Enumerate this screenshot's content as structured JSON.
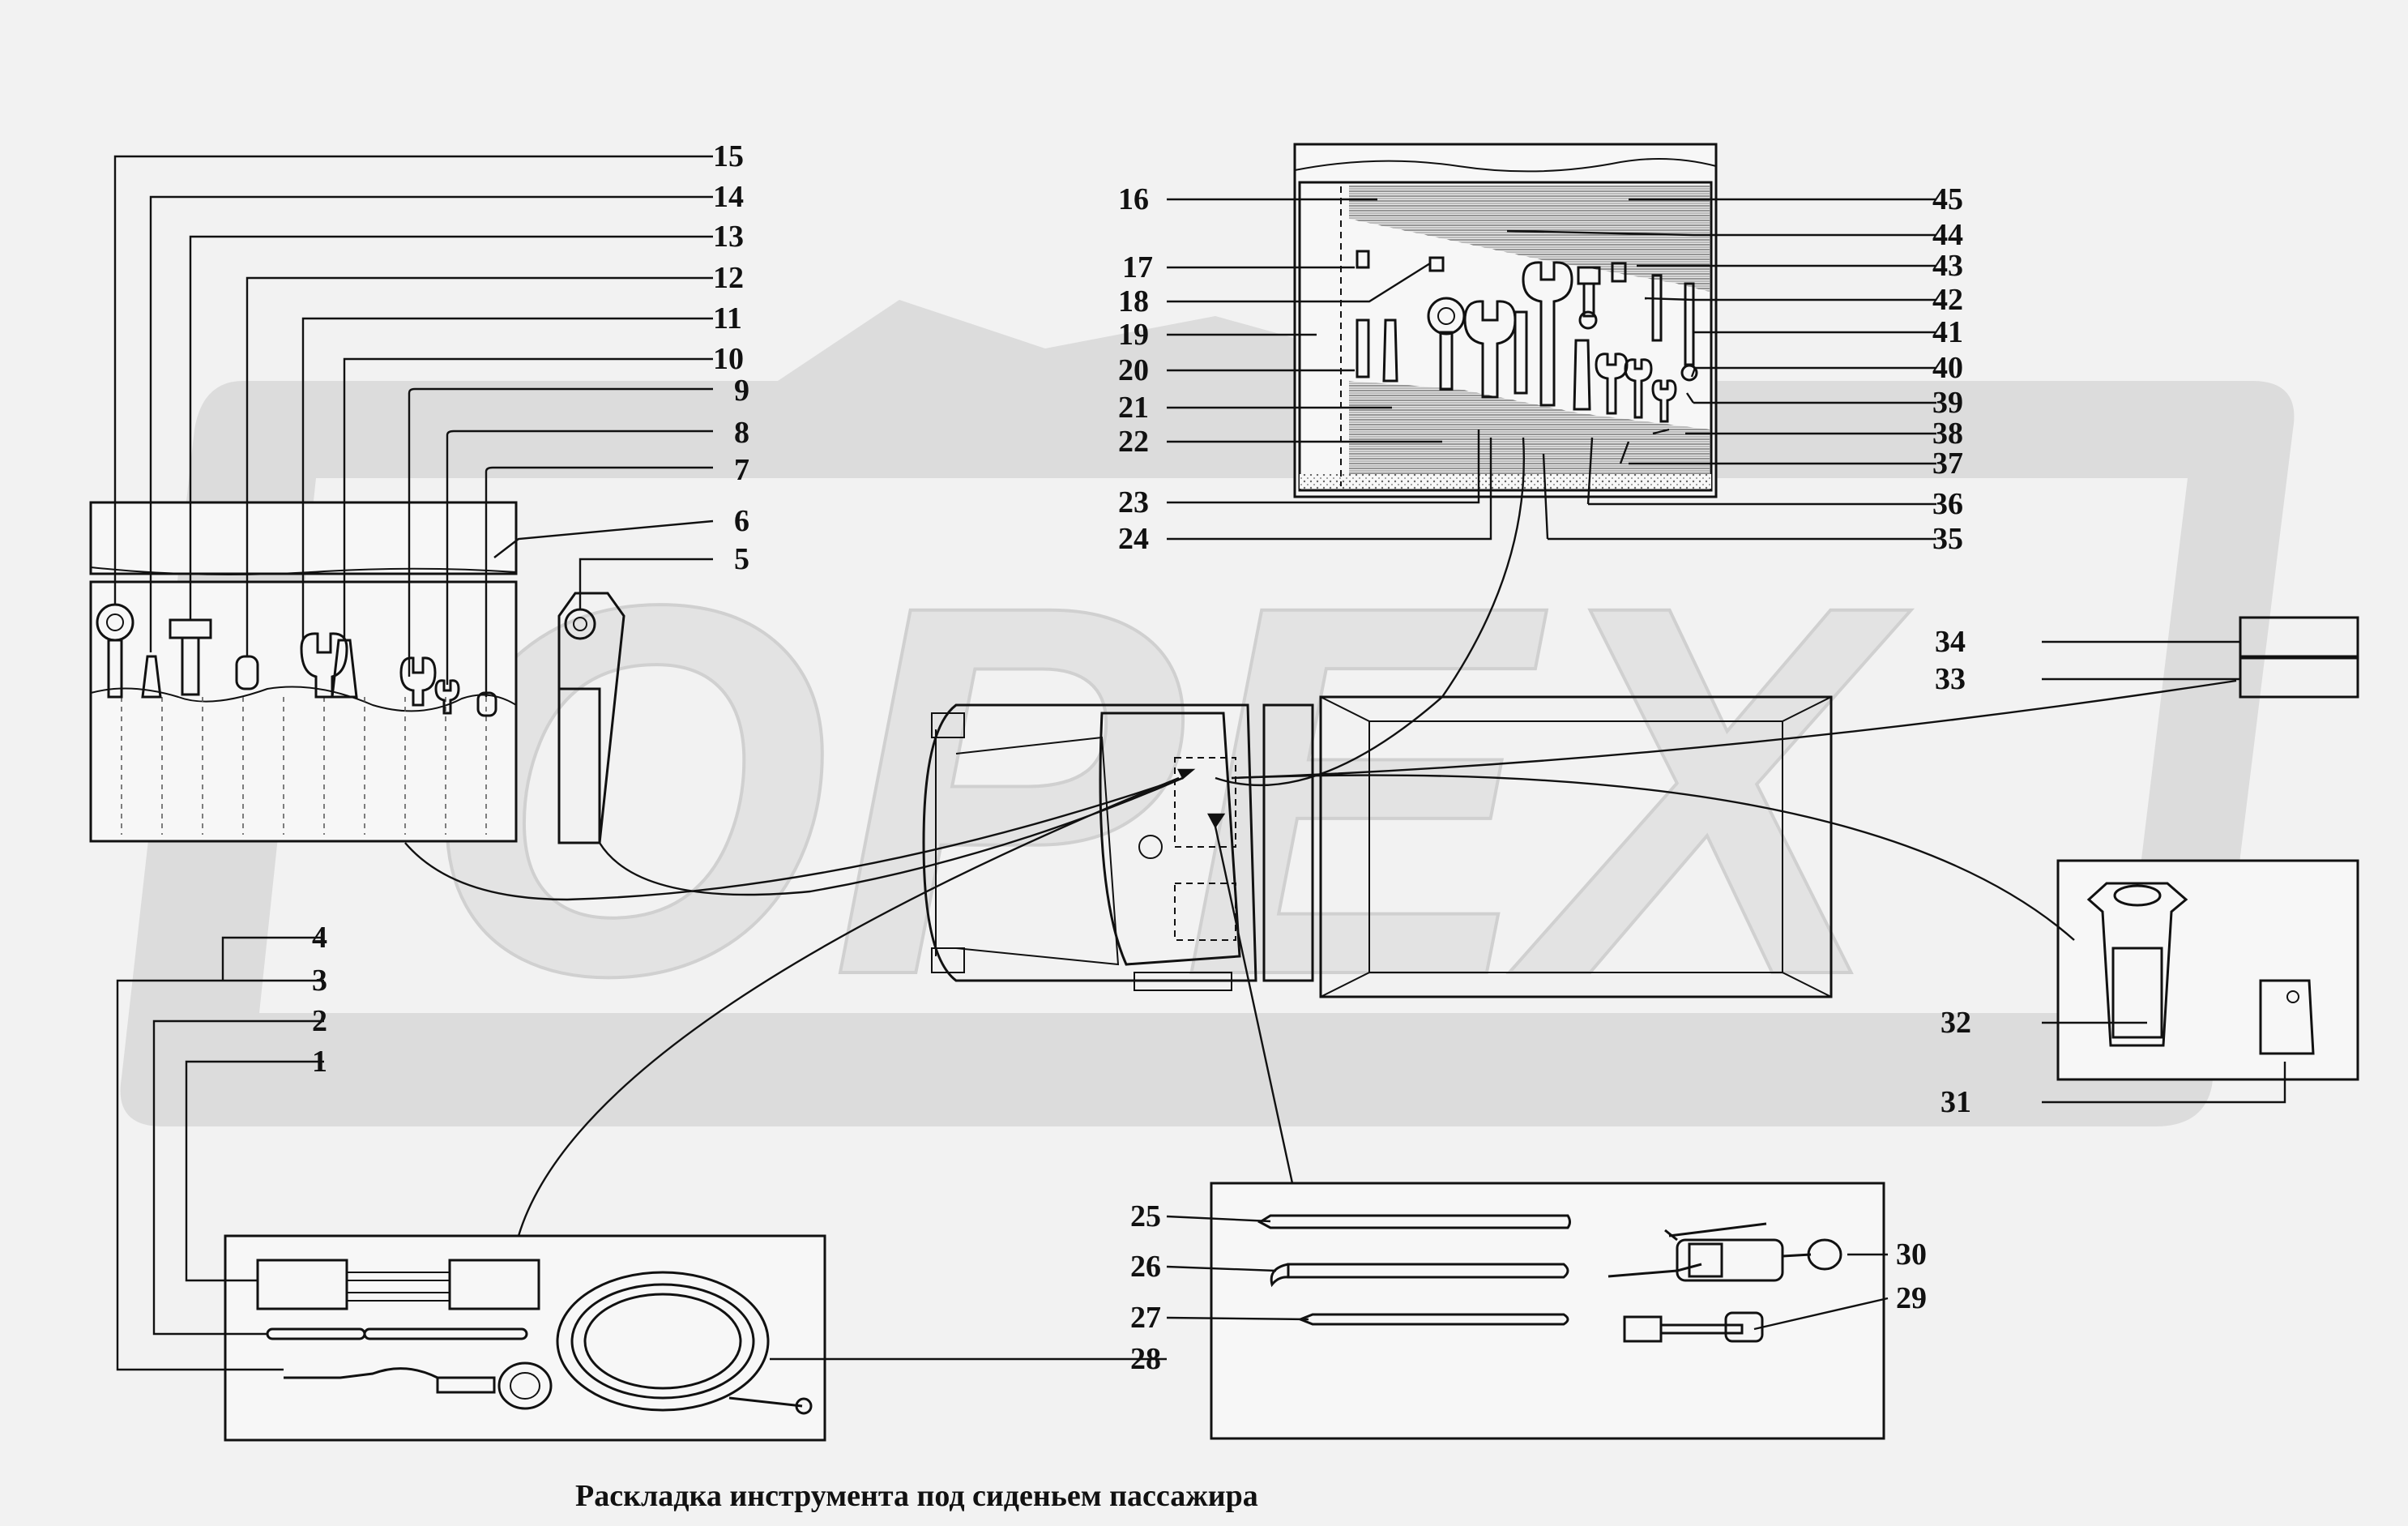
{
  "caption": "Раскладка инструмента под сиденьем пассажира",
  "watermark": "ОРЕХ",
  "colors": {
    "ink": "#111111",
    "paper": "#f2f2f2",
    "watermark": "#dcdcdc"
  },
  "callouts": {
    "n1": "1",
    "n2": "2",
    "n3": "3",
    "n4": "4",
    "n5": "5",
    "n6": "6",
    "n7": "7",
    "n8": "8",
    "n9": "9",
    "n10": "10",
    "n11": "11",
    "n12": "12",
    "n13": "13",
    "n14": "14",
    "n15": "15",
    "n16": "16",
    "n17": "17",
    "n18": "18",
    "n19": "19",
    "n20": "20",
    "n21": "21",
    "n22": "22",
    "n23": "23",
    "n24": "24",
    "n25": "25",
    "n26": "26",
    "n27": "27",
    "n28": "28",
    "n29": "29",
    "n30": "30",
    "n31": "31",
    "n32": "32",
    "n33": "33",
    "n34": "34",
    "n35": "35",
    "n36": "36",
    "n37": "37",
    "n38": "38",
    "n39": "39",
    "n40": "40",
    "n41": "41",
    "n42": "42",
    "n43": "43",
    "n44": "44",
    "n45": "45"
  }
}
